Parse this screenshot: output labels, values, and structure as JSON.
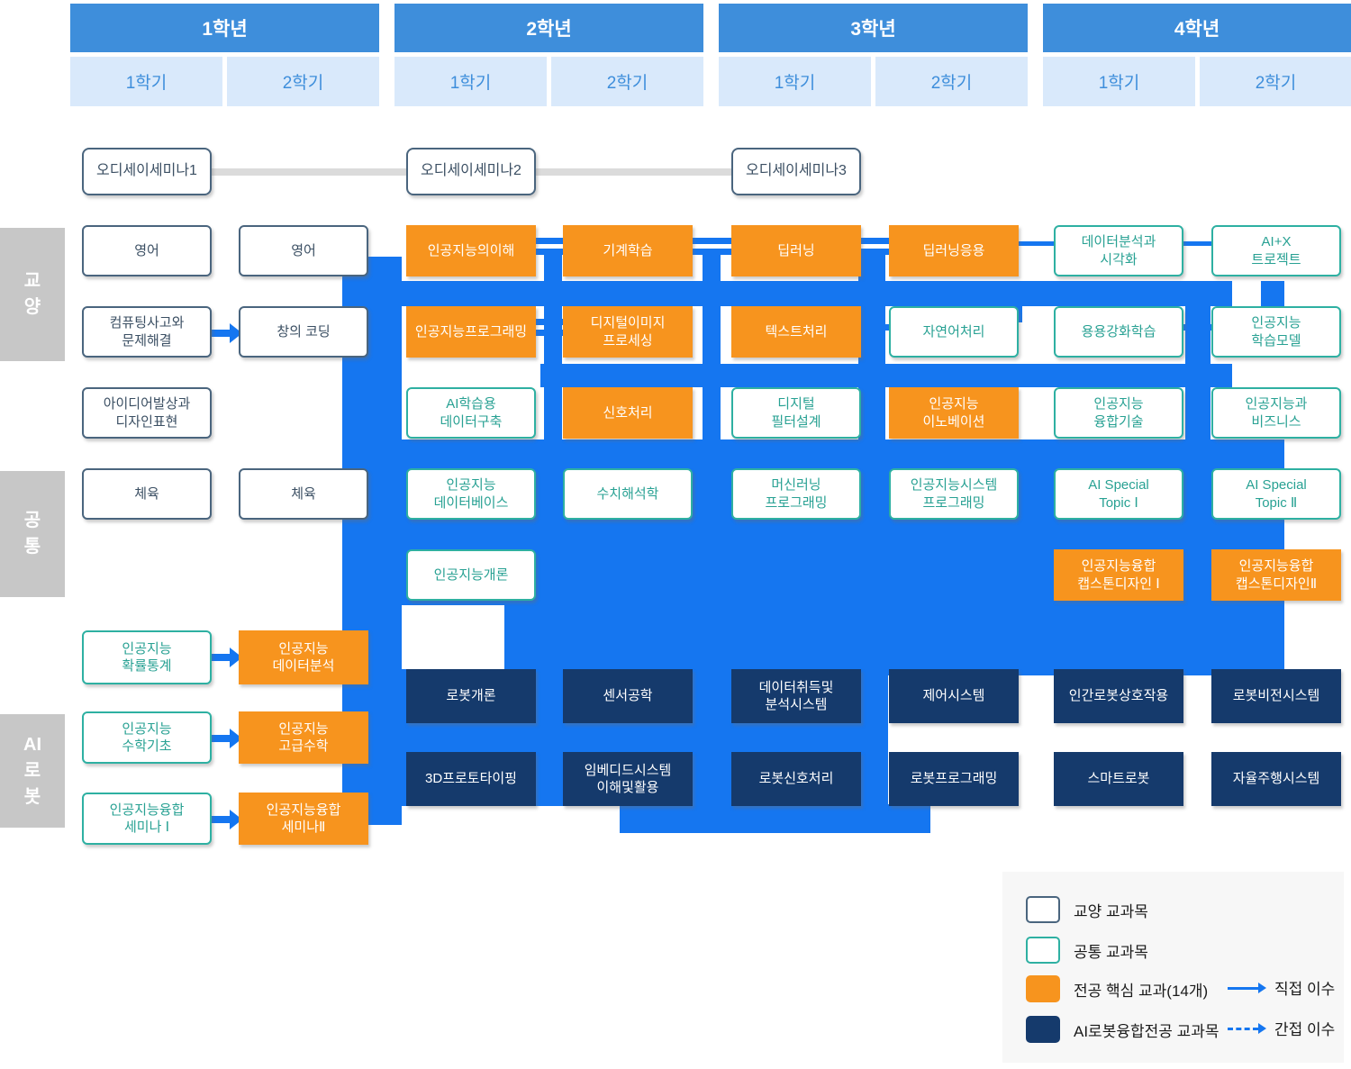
{
  "years": [
    {
      "label": "1학년",
      "semesters": [
        "1학기",
        "2학기"
      ]
    },
    {
      "label": "2학년",
      "semesters": [
        "1학기",
        "2학기"
      ]
    },
    {
      "label": "3학년",
      "semesters": [
        "1학기",
        "2학기"
      ]
    },
    {
      "label": "4학년",
      "semesters": [
        "1학기",
        "2학기"
      ]
    }
  ],
  "side_labels": [
    {
      "id": "liberal",
      "text": "교\n양"
    },
    {
      "id": "common",
      "text": "공\n통"
    },
    {
      "id": "ai-robot",
      "text": "AI\n로\n봇"
    }
  ],
  "odyssey": [
    {
      "label": "오디세이세미나1",
      "col": 1
    },
    {
      "label": "오디세이세미나2",
      "col": 3
    },
    {
      "label": "오디세이세미나3",
      "col": 5
    }
  ],
  "courses": [
    {
      "label": "영어",
      "col": 1,
      "row": "r1",
      "type": "liberal"
    },
    {
      "label": "영어",
      "col": 2,
      "row": "r1",
      "type": "liberal"
    },
    {
      "label": "인공지능의이해",
      "col": 3,
      "row": "r1",
      "type": "core"
    },
    {
      "label": "기계학습",
      "col": 4,
      "row": "r1",
      "type": "core"
    },
    {
      "label": "딥러닝",
      "col": 5,
      "row": "r1",
      "type": "core"
    },
    {
      "label": "딥러닝응용",
      "col": 6,
      "row": "r1",
      "type": "core"
    },
    {
      "label": "데이터분석과\n시각화",
      "col": 7,
      "row": "r1",
      "type": "common"
    },
    {
      "label": "AI+X\n트로젝트",
      "col": 8,
      "row": "r1",
      "type": "common"
    },
    {
      "label": "컴퓨팅사고와\n문제해결",
      "col": 1,
      "row": "r2",
      "type": "liberal"
    },
    {
      "label": "창의 코딩",
      "col": 2,
      "row": "r2",
      "type": "liberal"
    },
    {
      "label": "인공지능프로그래밍",
      "col": 3,
      "row": "r2",
      "type": "core"
    },
    {
      "label": "디지털이미지\n프로세싱",
      "col": 4,
      "row": "r2",
      "type": "core"
    },
    {
      "label": "텍스트처리",
      "col": 5,
      "row": "r2",
      "type": "core"
    },
    {
      "label": "자연어처리",
      "col": 6,
      "row": "r2",
      "type": "common"
    },
    {
      "label": "용용강화학습",
      "col": 7,
      "row": "r2",
      "type": "common"
    },
    {
      "label": "인공지능\n학습모델",
      "col": 8,
      "row": "r2",
      "type": "common"
    },
    {
      "label": "아이디어발상과\n디자인표현",
      "col": 1,
      "row": "r3",
      "type": "liberal"
    },
    {
      "label": "AI학습용\n데이터구축",
      "col": 3,
      "row": "r3",
      "type": "common"
    },
    {
      "label": "신호처리",
      "col": 4,
      "row": "r3",
      "type": "core"
    },
    {
      "label": "디지털\n필터설계",
      "col": 5,
      "row": "r3",
      "type": "common"
    },
    {
      "label": "인공지능\n이노베이션",
      "col": 6,
      "row": "r3",
      "type": "core"
    },
    {
      "label": "인공지능\n융합기술",
      "col": 7,
      "row": "r3",
      "type": "common"
    },
    {
      "label": "인공지능과\n비즈니스",
      "col": 8,
      "row": "r3",
      "type": "common"
    },
    {
      "label": "체육",
      "col": 1,
      "row": "r4",
      "type": "liberal"
    },
    {
      "label": "체육",
      "col": 2,
      "row": "r4",
      "type": "liberal"
    },
    {
      "label": "인공지능\n데이터베이스",
      "col": 3,
      "row": "r4",
      "type": "common"
    },
    {
      "label": "수치해석학",
      "col": 4,
      "row": "r4",
      "type": "common"
    },
    {
      "label": "머신러닝\n프로그래밍",
      "col": 5,
      "row": "r4",
      "type": "common"
    },
    {
      "label": "인공지능시스템\n프로그래밍",
      "col": 6,
      "row": "r4",
      "type": "common"
    },
    {
      "label": "AI Special\nTopic Ⅰ",
      "col": 7,
      "row": "r4",
      "type": "common"
    },
    {
      "label": "AI Special\nTopic Ⅱ",
      "col": 8,
      "row": "r4",
      "type": "common"
    },
    {
      "label": "인공지능개론",
      "col": 3,
      "row": "r5",
      "type": "common"
    },
    {
      "label": "인공지능융합\n캡스톤디자인 Ⅰ",
      "col": 7,
      "row": "r5",
      "type": "core"
    },
    {
      "label": "인공지능융합\n캡스톤디자인Ⅱ",
      "col": 8,
      "row": "r5",
      "type": "core"
    },
    {
      "label": "인공지능\n확률통계",
      "col": 1,
      "row": "L6",
      "type": "common"
    },
    {
      "label": "인공지능\n데이터분석",
      "col": 2,
      "row": "L6",
      "type": "core"
    },
    {
      "label": "인공지능\n수학기초",
      "col": 1,
      "row": "L7",
      "type": "common"
    },
    {
      "label": "인공지능\n고급수학",
      "col": 2,
      "row": "L7",
      "type": "core"
    },
    {
      "label": "인공지능융합\n세미나 Ⅰ",
      "col": 1,
      "row": "L8",
      "type": "common"
    },
    {
      "label": "인공지능융합\n세미나Ⅱ",
      "col": 2,
      "row": "L8",
      "type": "core"
    },
    {
      "label": "로봇개론",
      "col": 3,
      "row": "B1",
      "type": "robot"
    },
    {
      "label": "센서공학",
      "col": 4,
      "row": "B1",
      "type": "robot"
    },
    {
      "label": "데이터취득및\n분석시스템",
      "col": 5,
      "row": "B1",
      "type": "robot"
    },
    {
      "label": "제어시스템",
      "col": 6,
      "row": "B1",
      "type": "robot"
    },
    {
      "label": "인간로봇상호작용",
      "col": 7,
      "row": "B1",
      "type": "robot"
    },
    {
      "label": "로봇비전시스템",
      "col": 8,
      "row": "B1",
      "type": "robot"
    },
    {
      "label": "3D프로토타이핑",
      "col": 3,
      "row": "B2",
      "type": "robot"
    },
    {
      "label": "임베디드시스템\n이해및활용",
      "col": 4,
      "row": "B2",
      "type": "robot"
    },
    {
      "label": "로봇신호처리",
      "col": 5,
      "row": "B2",
      "type": "robot"
    },
    {
      "label": "로봇프로그래밍",
      "col": 6,
      "row": "B2",
      "type": "robot"
    },
    {
      "label": "스마트로봇",
      "col": 7,
      "row": "B2",
      "type": "robot"
    },
    {
      "label": "자율주행시스템",
      "col": 8,
      "row": "B2",
      "type": "robot"
    }
  ],
  "legend": {
    "items": [
      {
        "type": "liberal",
        "label": "교양 교과목"
      },
      {
        "type": "common",
        "label": "공통 교과목"
      },
      {
        "type": "core",
        "label": "전공 핵심 교과(14개)"
      },
      {
        "type": "robot",
        "label": "AI로봇융합전공 교과목"
      }
    ],
    "arrows": [
      {
        "style": "solid",
        "label": "직접 이수"
      },
      {
        "style": "dashed",
        "label": "간접 이수"
      }
    ]
  },
  "colors": {
    "header_blue": "#3e8edb",
    "semester_bg": "#d9e9fb",
    "semester_text": "#3e8edb",
    "side_label_bg": "#c7c7c7",
    "liberal_border": "#4a657e",
    "liberal_text": "#3b4f63",
    "common_border": "#2eb0a2",
    "common_text": "#28a193",
    "core_bg": "#f7941e",
    "robot_bg": "#153a6c",
    "box_text_light": "#ffffff",
    "bus_blue": "#1576f0",
    "odyssey_line": "#dbdbdb",
    "legend_bg": "#f7f7f7",
    "legend_text": "#1a1a1a"
  }
}
